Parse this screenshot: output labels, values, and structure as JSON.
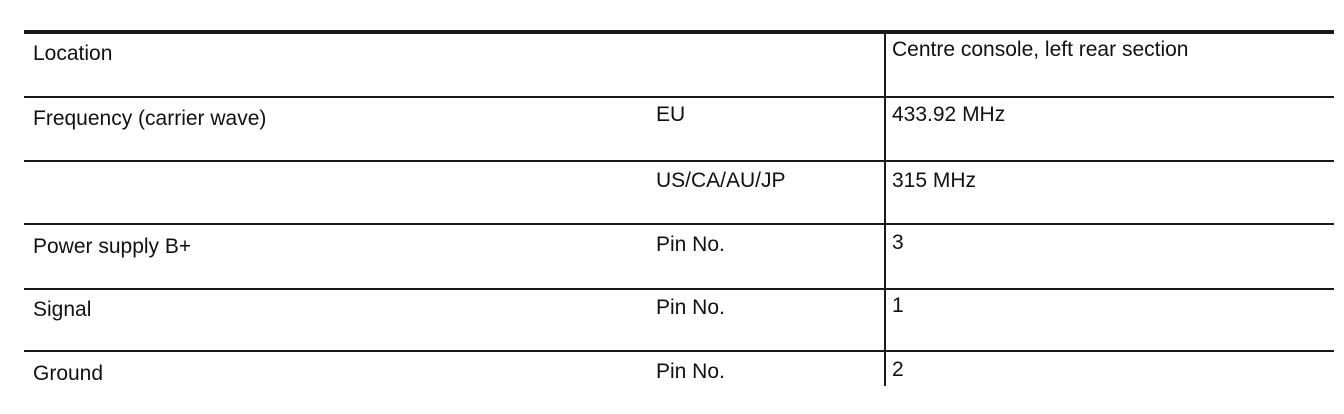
{
  "rows": [
    {
      "label": "Location",
      "condition": "",
      "value": "Centre console, left rear section"
    },
    {
      "label": "Frequency (carrier wave)",
      "condition": "EU",
      "value": "433.92 MHz"
    },
    {
      "label": "",
      "condition": "US/CA/AU/JP",
      "value": "315 MHz"
    },
    {
      "label": "Power supply B+",
      "condition": "Pin No.",
      "value": "3"
    },
    {
      "label": "Signal",
      "condition": "Pin No.",
      "value": "1"
    },
    {
      "label": "Ground",
      "condition": "Pin No.",
      "value": "2"
    }
  ]
}
